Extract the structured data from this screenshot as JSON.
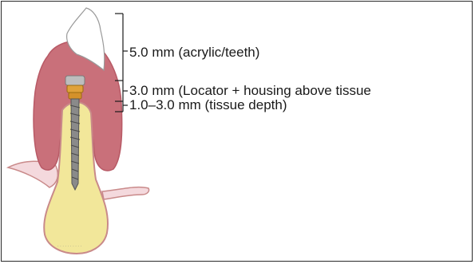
{
  "diagram": {
    "labels": {
      "acrylic": "5.0 mm (acrylic/teeth)",
      "locator": "3.0 mm (Locator + housing above tissue",
      "tissue": "1.0–3.0 mm (tissue depth)"
    },
    "colors": {
      "gingiva": "#c9707a",
      "gingiva_dark": "#b85a66",
      "bone": "#f2e79a",
      "bone_outline": "#c98a8a",
      "tooth": "#ffffff",
      "implant_top": "#e0a23a",
      "implant_body": "#8a8a8a",
      "frame": "#2a2a2a",
      "text": "#1a1a1a"
    }
  }
}
